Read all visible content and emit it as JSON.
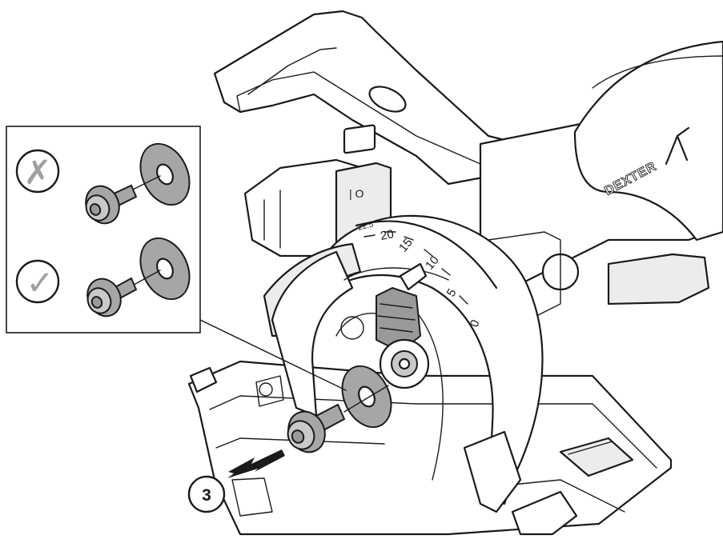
{
  "diagram": {
    "brand_label": "DEXTER",
    "switch_label": "| O",
    "bevel_scale": [
      "22.5",
      "20",
      "15",
      "10",
      "5",
      "0"
    ],
    "step_number": "3",
    "inset": {
      "wrong_symbol": "✗",
      "correct_symbol": "✓"
    },
    "colors": {
      "line": "#1a1a1a",
      "part_fill": "#a6a6a6",
      "body_fill": "#ececec",
      "background": "#ffffff"
    }
  }
}
